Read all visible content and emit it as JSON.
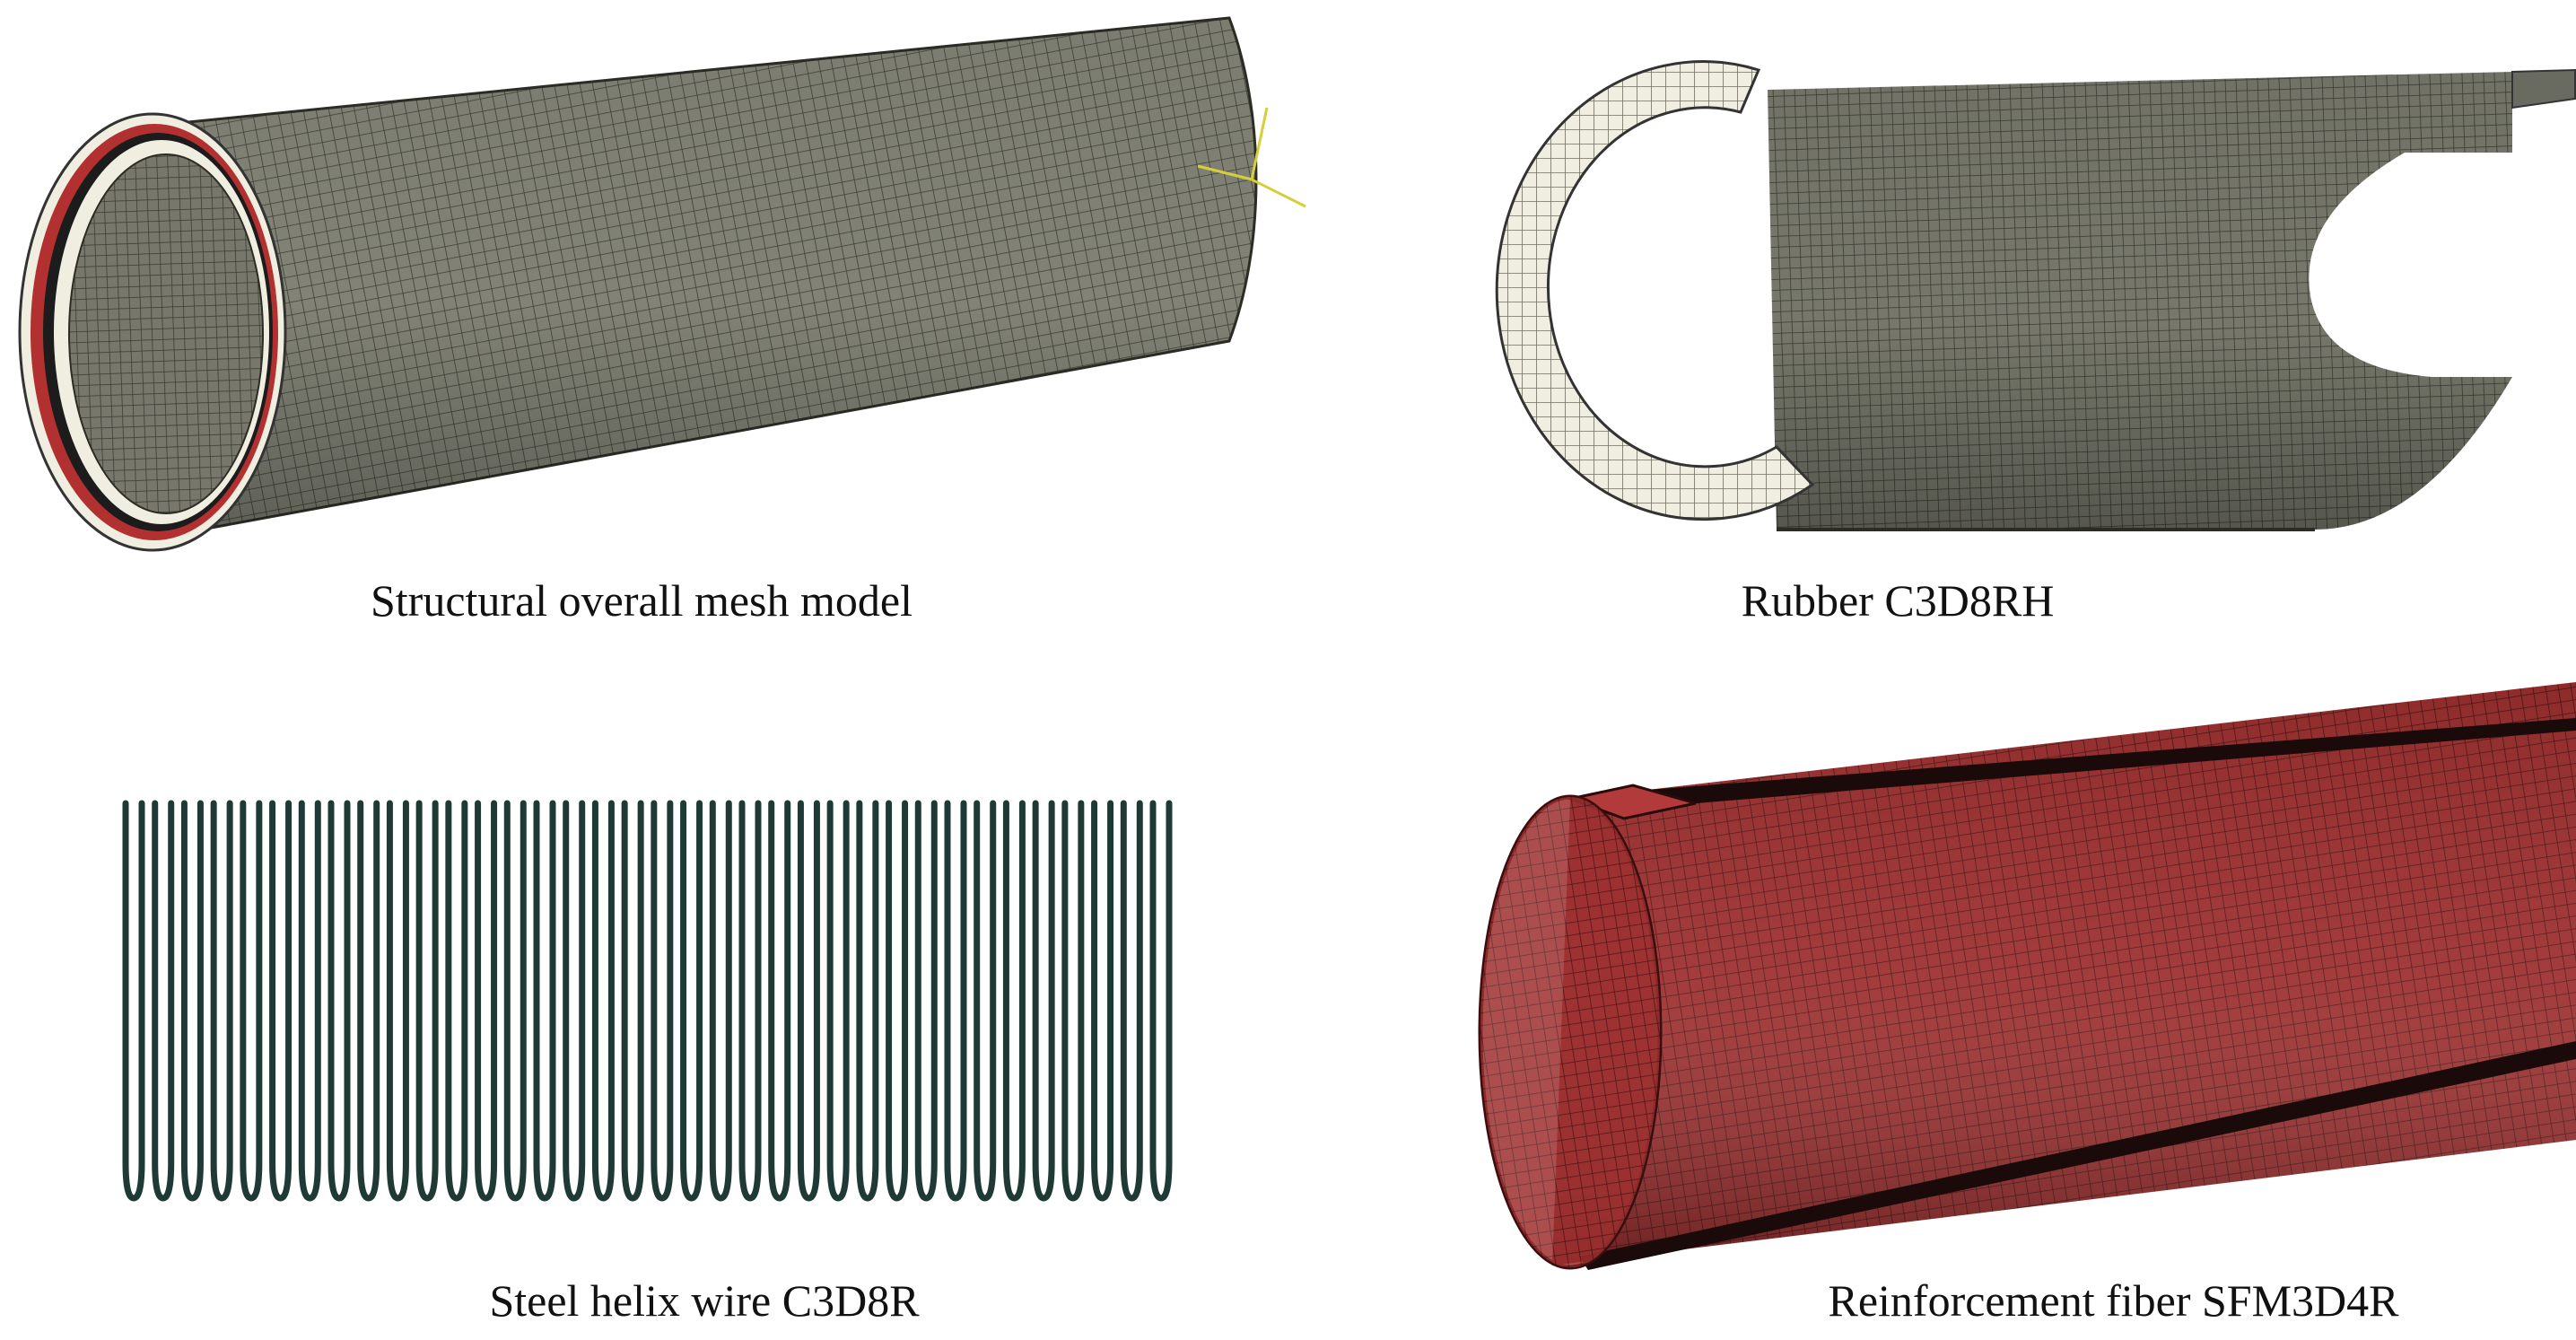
{
  "figure": {
    "panels": [
      {
        "id": "overall",
        "caption": "Structural overall mesh model"
      },
      {
        "id": "rubber",
        "caption": "Rubber C3D8RH"
      },
      {
        "id": "helix",
        "caption": "Steel helix wire C3D8R"
      },
      {
        "id": "fiber",
        "caption": "Reinforcement fiber SFM3D4R"
      }
    ],
    "helix_turns": 36,
    "colors": {
      "mesh_gray": "#7c7d6f",
      "mesh_line": "#3c3d35",
      "rubber_section": "#efeee0",
      "fiber_red": "#9a2d2d",
      "fiber_line": "#4a1212",
      "helix_wire": "#1f3a34",
      "axis_triad": "#d4cf3a"
    }
  }
}
